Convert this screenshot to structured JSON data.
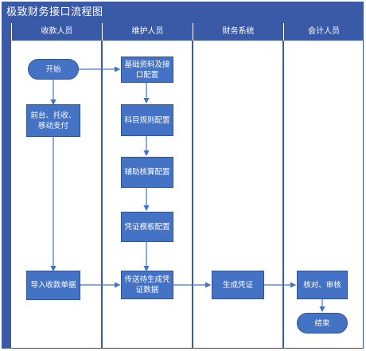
{
  "title": "极致财务接口流程图",
  "lanes": [
    "收款人员",
    "维护人员",
    "财务系统",
    "会计人员"
  ],
  "nodes": {
    "start": "开始",
    "front_desk": "前台、托收、移动支付",
    "import_receipts": "导入收款单据",
    "basic_data": "基础资料及接口配置",
    "subject_rules": "科目规则配置",
    "aux_accounting": "辅助核算配置",
    "voucher_template": "凭证模板配置",
    "send_data": "传送待生成凭证数据",
    "generate_voucher": "生成凭证",
    "review": "核对、审核",
    "end": "结束"
  },
  "colors": {
    "header": "#3a5aa8",
    "node_fill": "#4472c4",
    "arrow": "#4472c4"
  }
}
